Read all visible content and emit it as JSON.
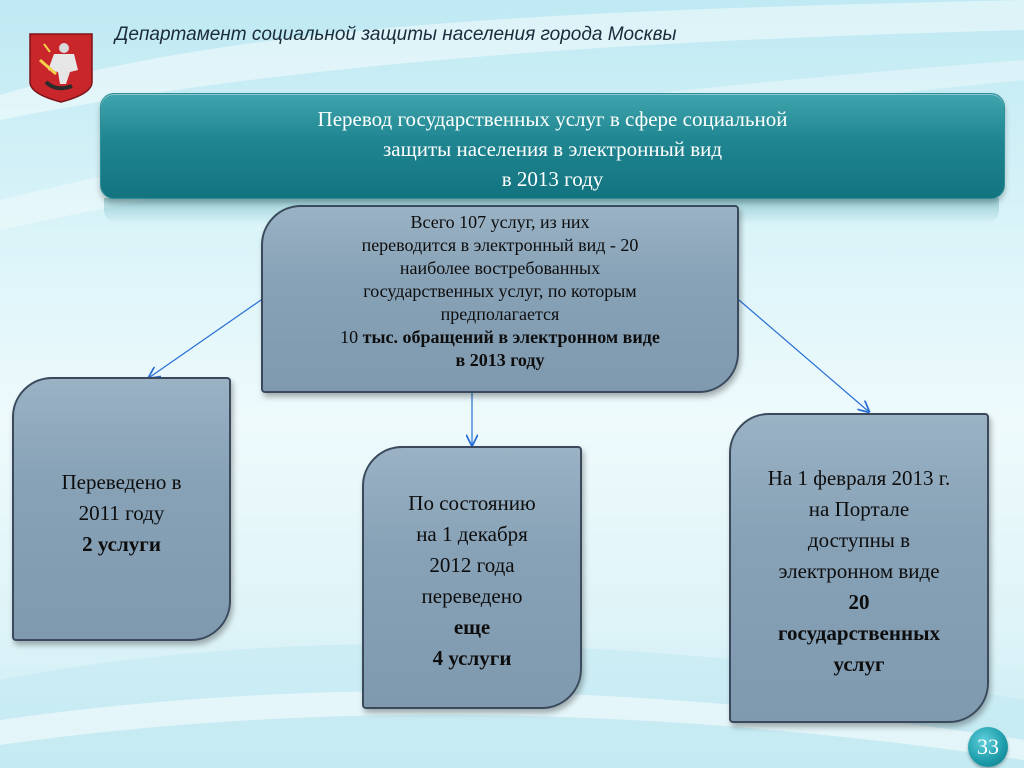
{
  "header": {
    "department": "Департамент социальной защиты населения города Москвы"
  },
  "title": {
    "lines": [
      "Перевод государственных услуг в сфере социальной",
      "защиты  населения  в электронный вид",
      "в 2013 году"
    ]
  },
  "center_box": {
    "lines": [
      "Всего 107 услуг, из них",
      "переводится в электронный вид - 20",
      "наиболее востребованных",
      "государственных услуг, по которым",
      "предполагается"
    ],
    "line6_prefix": "10 ",
    "line6_bold": "тыс. обращений в электронном виде",
    "line7_bold": "в 2013 году"
  },
  "left_box": {
    "lines": [
      "Переведено в",
      "2011 году"
    ],
    "bold": "2 услуги"
  },
  "mid_box": {
    "lines": [
      "По состоянию",
      "на 1 декабря",
      "2012 года",
      "переведено"
    ],
    "bold_lines": [
      "еще",
      "4 услуги"
    ]
  },
  "right_box": {
    "lines": [
      "На 1 февраля 2013 г.",
      "на Портале",
      "доступны в",
      "электронном виде"
    ],
    "bold_lines": [
      "20",
      "государственных",
      "услуг"
    ]
  },
  "page_number": "33",
  "colors": {
    "title_bg": "#1f8590",
    "box_bg": "#87a1b6",
    "arrow": "#2a6fd6",
    "page_badge": "#1c9aa8"
  }
}
